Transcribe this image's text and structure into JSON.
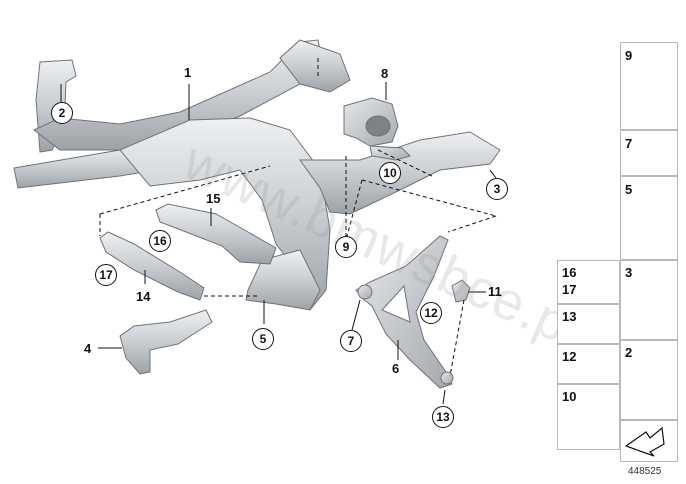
{
  "callouts": {
    "c1": "1",
    "c2": "2",
    "c3": "3",
    "c4": "4",
    "c5": "5",
    "c6": "6",
    "c7": "7",
    "c8": "8",
    "c9": "9",
    "c10": "10",
    "c11": "11",
    "c12": "12",
    "c13": "13",
    "c14": "14",
    "c15": "15",
    "c16": "16",
    "c17": "17"
  },
  "panel": {
    "t9": "9",
    "t7": "7",
    "t5": "5",
    "t16": "16",
    "t17": "17",
    "t3": "3",
    "t13": "13",
    "t12": "12",
    "t2": "2",
    "t10": "10"
  },
  "document_number": "448525",
  "watermark": "www.bmwsbce.pl",
  "colors": {
    "part_fill": "#cfd2d6",
    "part_stroke": "#6f7378",
    "callout_line": "#111111",
    "tile_border": "#b9b9b9"
  }
}
